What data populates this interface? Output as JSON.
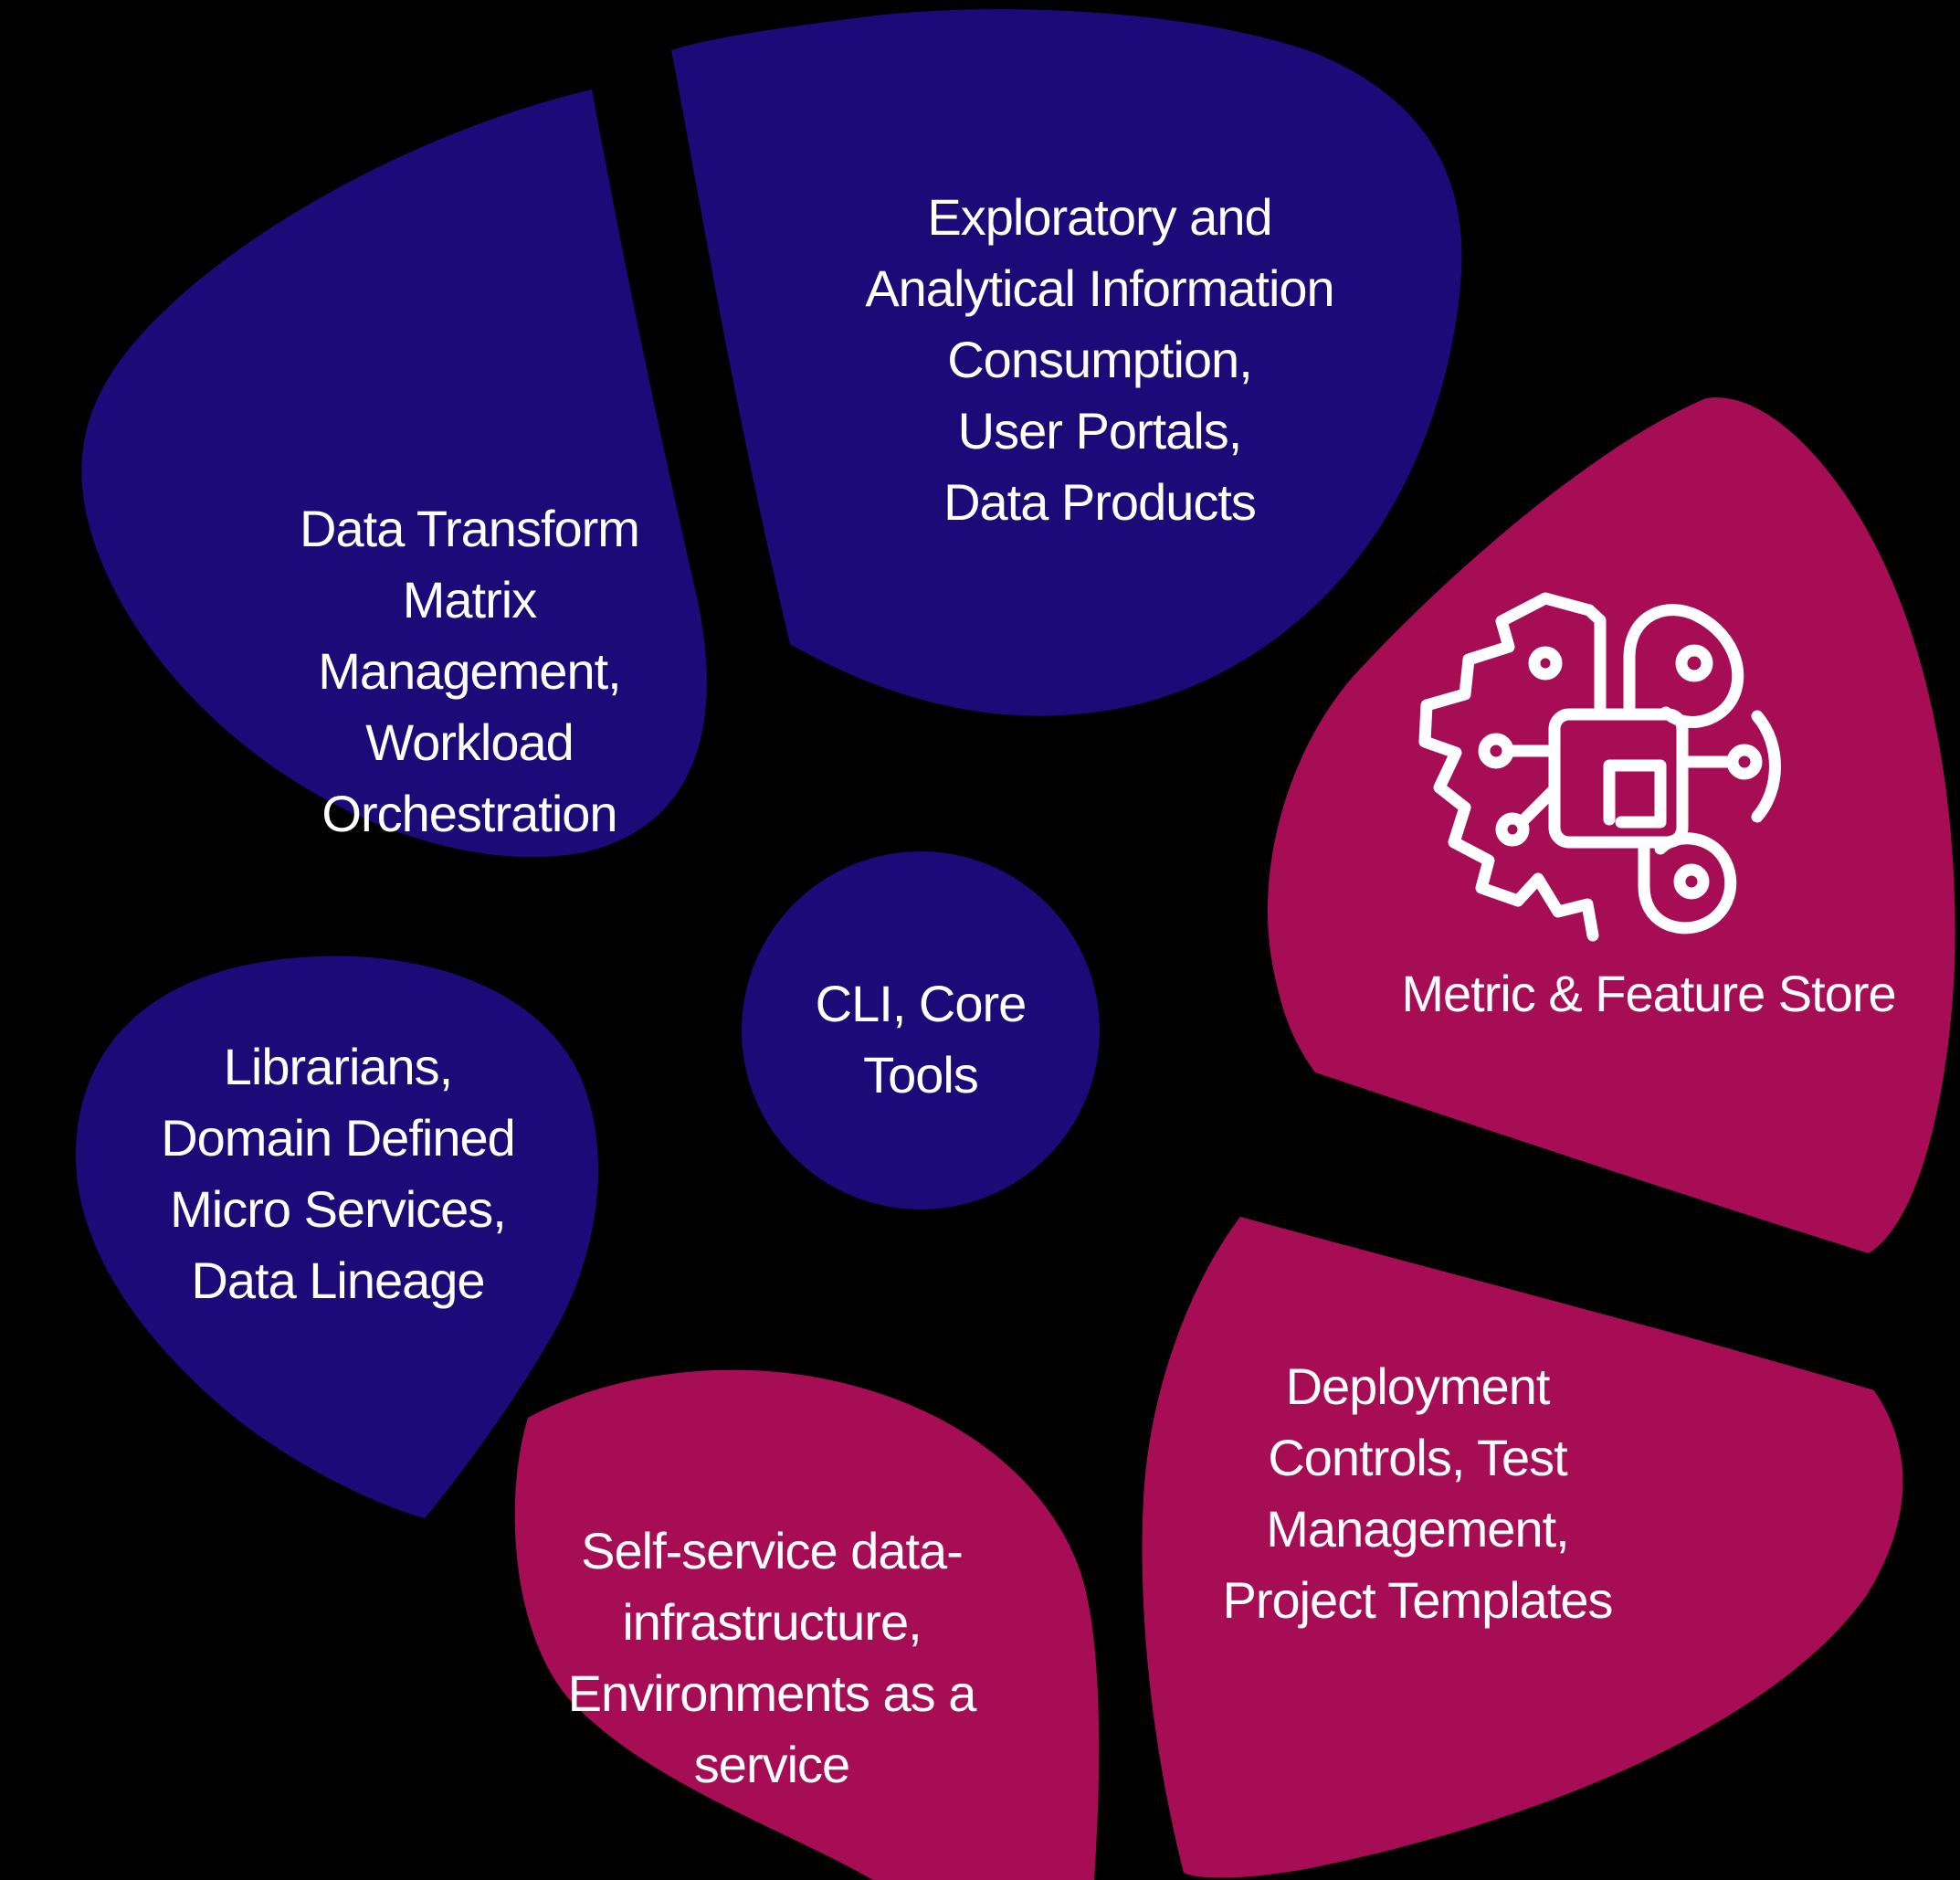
{
  "colors": {
    "background": "#000000",
    "indigo": "#1B0A77",
    "magenta": "#A60D55",
    "text": "#FFFFFF"
  },
  "diagram": {
    "type": "circular-capability-map",
    "segments": [
      {
        "id": "exploratory",
        "label": "Exploratory and\nAnalytical Information\nConsumption,\nUser Portals,\nData Products",
        "color_key": "indigo"
      },
      {
        "id": "data-transform",
        "label": "Data Transform\nMatrix\nManagement,\nWorkload\nOrchestration",
        "color_key": "indigo"
      },
      {
        "id": "metric-feature-store",
        "label": "Metric & Feature Store",
        "color_key": "magenta",
        "icon": "ai-brain-circuit-icon"
      },
      {
        "id": "deployment",
        "label": "Deployment\nControls, Test\nManagement,\nProject Templates",
        "color_key": "magenta"
      },
      {
        "id": "self-service",
        "label": "Self-service data-\ninfrastructure,\nEnvironments as a\nservice",
        "color_key": "magenta"
      },
      {
        "id": "librarians",
        "label": "Librarians,\nDomain Defined\nMicro Services,\nData Lineage",
        "color_key": "indigo"
      },
      {
        "id": "cli-core-tools",
        "label": "CLI, Core\nTools",
        "color_key": "indigo"
      }
    ]
  }
}
